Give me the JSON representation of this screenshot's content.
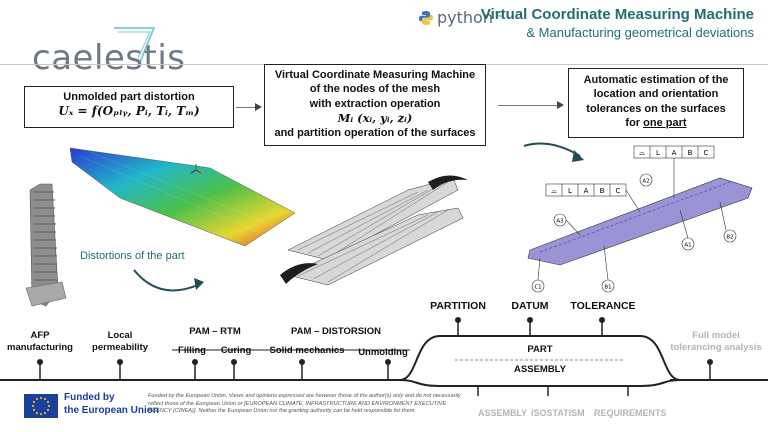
{
  "header": {
    "python_logo_text": "python",
    "python_tm": "™",
    "title_line1": "Virtual Coordinate Measuring Machine",
    "title_line2": "& Manufacturing geometrical deviations",
    "brand_logo_text": "caelestis"
  },
  "boxes": {
    "distortion_title": "Unmolded part distortion",
    "distortion_formula": "Uₓ = f(Oₚₗᵧ, Pᵢ, Tᵢ, Tₘ)",
    "vcmm_line1": "Virtual Coordinate Measuring Machine",
    "vcmm_line2": "of the  nodes of the mesh",
    "vcmm_line3": "with extraction operation",
    "vcmm_formula": "Mᵢ (xᵢ, yᵢ, zᵢ)",
    "vcmm_line4": "and partition operation of the surfaces",
    "auto_line1": "Automatic estimation of the",
    "auto_line2": "location and orientation",
    "auto_line3": "tolerances on the surfaces",
    "auto_line4_prefix": "for",
    "auto_line4_underlined": "one part"
  },
  "captions": {
    "distortions": "Distortions of the part"
  },
  "tolerance_frames": {
    "frame1": [
      "⌓",
      "L",
      "A",
      "B",
      "C"
    ],
    "frame2": [
      "⌓",
      "L",
      "A",
      "B",
      "C"
    ],
    "callouts": [
      "A2",
      "A3",
      "A1",
      "B2",
      "C1",
      "B1"
    ]
  },
  "timeline": {
    "afp": "AFP\nmanufacturing",
    "local_perm": "Local\npermeability",
    "pam_rtm": "PAM – RTM",
    "filling": "Filling",
    "curing": "Curing",
    "pam_distortion": "PAM – DISTORSION",
    "solid_mechanics": "Solid mechanics",
    "unmolding": "Unmolding",
    "partition": "PARTITION",
    "datum": "DATUM",
    "tolerance": "TOLERANCE",
    "part": "PART",
    "assembly": "ASSEMBLY",
    "full_model": "Full model\ntolerancing analysis",
    "bottom_assembly": "ASSEMBLY",
    "bottom_isostatism": "ISOSTATISM",
    "bottom_requirements": "REQUIREMENTS"
  },
  "footer": {
    "funded_line1": "Funded by",
    "funded_line2": "the European Union",
    "disclaimer": "Funded by the European Union. Views and opinions expressed are however those of the author(s) only and do not necessarily reflect those of the European Union or [EUROPEAN CLIMATE, INFRASTRUCTURE AND ENVIRONMENT EXECUTIVE AGENCY (CINEA)]. Neither the European Union nor the granting authority can be held responsible for them."
  },
  "colors": {
    "accent_teal": "#1f6e73",
    "eu_blue": "#1d3f9c",
    "eu_star": "#ffdd00",
    "part_purple": "#9a94d6"
  }
}
